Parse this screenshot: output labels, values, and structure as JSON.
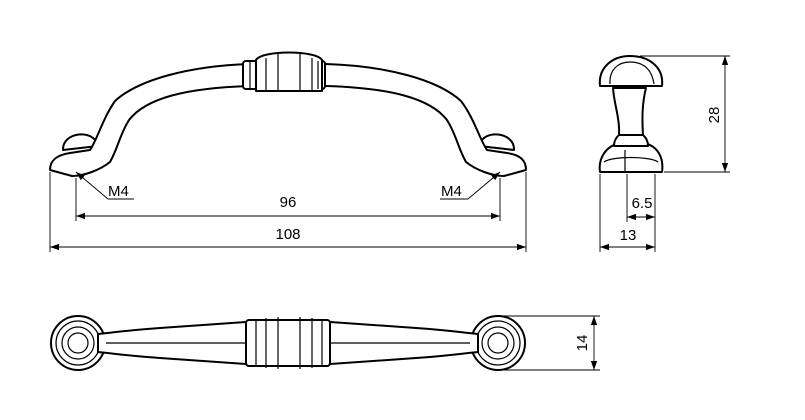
{
  "dimensions": {
    "thread_left": "M4",
    "thread_right": "M4",
    "hole_spacing": "96",
    "overall_length": "108",
    "height": "28",
    "base_half_depth": "6.5",
    "base_depth": "13",
    "width": "14"
  }
}
